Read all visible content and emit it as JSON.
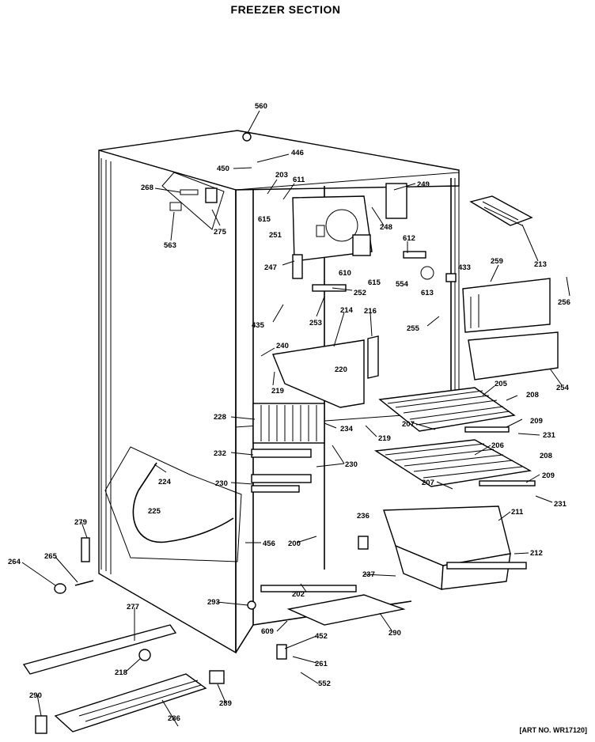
{
  "title": "FREEZER SECTION",
  "art_no": "[ART NO. WR17120]",
  "part_numbers": [
    "560",
    "446",
    "450",
    "203",
    "611",
    "268",
    "249",
    "615",
    "251",
    "275",
    "563",
    "248",
    "612",
    "213",
    "247",
    "433",
    "259",
    "610",
    "615b",
    "554",
    "613",
    "256",
    "252",
    "435",
    "253",
    "214",
    "216",
    "255",
    "240",
    "220",
    "219",
    "205",
    "208",
    "207",
    "254",
    "228",
    "234",
    "219b",
    "209",
    "231",
    "232",
    "230",
    "206",
    "208b",
    "224",
    "230b",
    "209b",
    "207b",
    "231b",
    "225",
    "211",
    "279",
    "236",
    "456",
    "200",
    "212",
    "264",
    "265",
    "237",
    "202",
    "293",
    "277",
    "609",
    "452",
    "290",
    "218",
    "261",
    "552",
    "290b",
    "289",
    "286"
  ],
  "labels": {
    "p560": "560",
    "p446": "446",
    "p450": "450",
    "p203": "203",
    "p611": "611",
    "p268": "268",
    "p249": "249",
    "p615": "615",
    "p251": "251",
    "p275": "275",
    "p563": "563",
    "p248": "248",
    "p612": "612",
    "p213": "213",
    "p247": "247",
    "p433": "433",
    "p259": "259",
    "p610": "610",
    "p615b": "615",
    "p554": "554",
    "p613": "613",
    "p256": "256",
    "p252": "252",
    "p435": "435",
    "p253": "253",
    "p214": "214",
    "p216": "216",
    "p255": "255",
    "p240": "240",
    "p220": "220",
    "p219": "219",
    "p205": "205",
    "p208": "208",
    "p207": "207",
    "p254": "254",
    "p228": "228",
    "p234": "234",
    "p219b": "219",
    "p209": "209",
    "p231": "231",
    "p232": "232",
    "p230": "230",
    "p206": "206",
    "p208b": "208",
    "p224": "224",
    "p230b": "230",
    "p209b": "209",
    "p207b": "207",
    "p231b": "231",
    "p225": "225",
    "p211": "211",
    "p279": "279",
    "p236": "236",
    "p456": "456",
    "p200": "200",
    "p212": "212",
    "p264": "264",
    "p265": "265",
    "p237": "237",
    "p202": "202",
    "p293": "293",
    "p277": "277",
    "p609": "609",
    "p452": "452",
    "p290": "290",
    "p218": "218",
    "p261": "261",
    "p552": "552",
    "p290b": "290",
    "p289": "289",
    "p286": "286"
  }
}
